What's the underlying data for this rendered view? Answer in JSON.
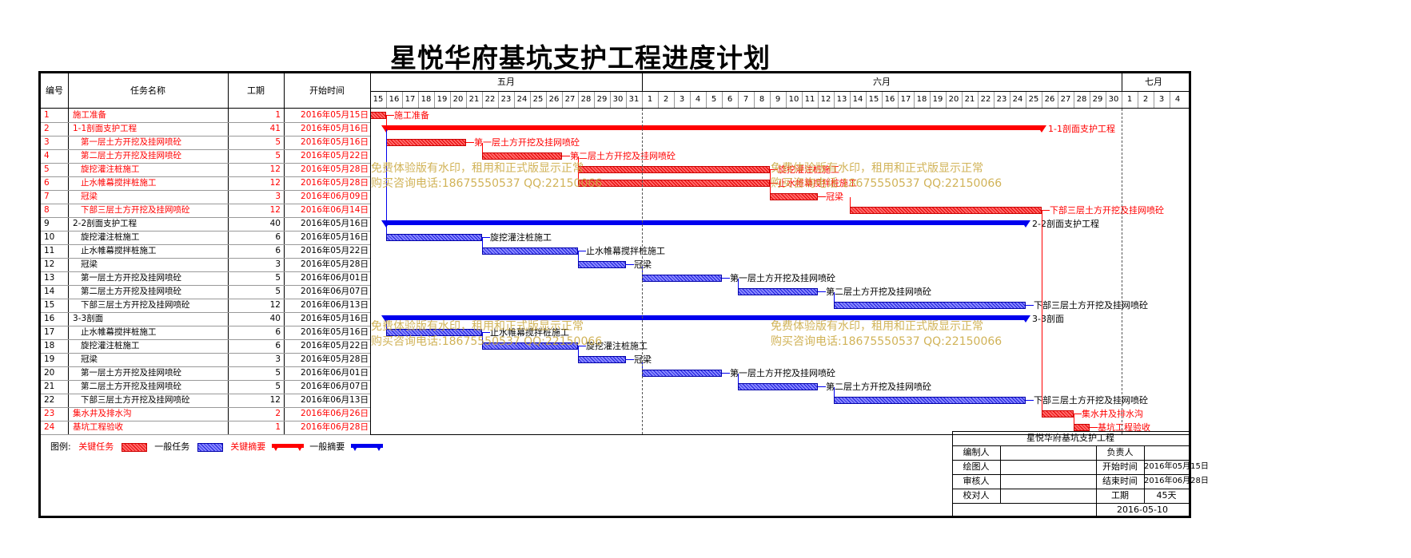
{
  "title": "星悦华府基坑支护工程进度计划",
  "headers": {
    "id": "编号",
    "name": "任务名称",
    "duration": "工期",
    "start": "开始时间"
  },
  "months": [
    "五月",
    "六月",
    "七月"
  ],
  "day_ticks": [
    15,
    16,
    17,
    18,
    19,
    20,
    21,
    22,
    23,
    24,
    25,
    26,
    27,
    28,
    29,
    30,
    31,
    1,
    2,
    3,
    4,
    5,
    6,
    7,
    8,
    9,
    10,
    11,
    12,
    13,
    14,
    15,
    16,
    17,
    18,
    19,
    20,
    21,
    22,
    23,
    24,
    25,
    26,
    27,
    28,
    29,
    30,
    1,
    2,
    3,
    4
  ],
  "tasks": [
    {
      "id": "1",
      "name": "施工准备",
      "duration": "1",
      "start": "2016年05月15日",
      "critical": true,
      "type": "task",
      "s": 0,
      "d": 1,
      "indent": 0,
      "label": "施工准备"
    },
    {
      "id": "2",
      "name": "1-1剖面支护工程",
      "duration": "41",
      "start": "2016年05月16日",
      "critical": true,
      "type": "summary",
      "s": 1,
      "d": 41,
      "indent": 0,
      "label": "1-1剖面支护工程"
    },
    {
      "id": "3",
      "name": "第一层土方开挖及挂网喷砼",
      "duration": "5",
      "start": "2016年05月16日",
      "critical": true,
      "type": "task",
      "s": 1,
      "d": 5,
      "indent": 1,
      "label": "第一层土方开挖及挂网喷砼"
    },
    {
      "id": "4",
      "name": "第二层土方开挖及挂网喷砼",
      "duration": "5",
      "start": "2016年05月22日",
      "critical": true,
      "type": "task",
      "s": 7,
      "d": 5,
      "indent": 1,
      "label": "第二层土方开挖及挂网喷砼"
    },
    {
      "id": "5",
      "name": "旋挖灌注桩施工",
      "duration": "12",
      "start": "2016年05月28日",
      "critical": true,
      "type": "task",
      "s": 13,
      "d": 12,
      "indent": 1,
      "label": "旋挖灌注桩施工"
    },
    {
      "id": "6",
      "name": "止水帷幕搅拌桩施工",
      "duration": "12",
      "start": "2016年05月28日",
      "critical": true,
      "type": "task",
      "s": 13,
      "d": 12,
      "indent": 1,
      "label": "止水帷幕搅拌桩施工"
    },
    {
      "id": "7",
      "name": "冠梁",
      "duration": "3",
      "start": "2016年06月09日",
      "critical": true,
      "type": "task",
      "s": 25,
      "d": 3,
      "indent": 1,
      "label": "冠梁"
    },
    {
      "id": "8",
      "name": "下部三层土方开挖及挂网喷砼",
      "duration": "12",
      "start": "2016年06月14日",
      "critical": true,
      "type": "task",
      "s": 30,
      "d": 12,
      "indent": 1,
      "label": "下部三层土方开挖及挂网喷砼"
    },
    {
      "id": "9",
      "name": "2-2剖面支护工程",
      "duration": "40",
      "start": "2016年05月16日",
      "critical": false,
      "type": "summary",
      "s": 1,
      "d": 40,
      "indent": 0,
      "label": "2-2剖面支护工程"
    },
    {
      "id": "10",
      "name": "旋挖灌注桩施工",
      "duration": "6",
      "start": "2016年05月16日",
      "critical": false,
      "type": "task",
      "s": 1,
      "d": 6,
      "indent": 1,
      "label": "旋挖灌注桩施工"
    },
    {
      "id": "11",
      "name": "止水帷幕搅拌桩施工",
      "duration": "6",
      "start": "2016年05月22日",
      "critical": false,
      "type": "task",
      "s": 7,
      "d": 6,
      "indent": 1,
      "label": "止水帷幕搅拌桩施工"
    },
    {
      "id": "12",
      "name": "冠梁",
      "duration": "3",
      "start": "2016年05月28日",
      "critical": false,
      "type": "task",
      "s": 13,
      "d": 3,
      "indent": 1,
      "label": "冠梁"
    },
    {
      "id": "13",
      "name": "第一层土方开挖及挂网喷砼",
      "duration": "5",
      "start": "2016年06月01日",
      "critical": false,
      "type": "task",
      "s": 17,
      "d": 5,
      "indent": 1,
      "label": "第一层土方开挖及挂网喷砼"
    },
    {
      "id": "14",
      "name": "第二层土方开挖及挂网喷砼",
      "duration": "5",
      "start": "2016年06月07日",
      "critical": false,
      "type": "task",
      "s": 23,
      "d": 5,
      "indent": 1,
      "label": "第二层土方开挖及挂网喷砼"
    },
    {
      "id": "15",
      "name": "下部三层土方开挖及挂网喷砼",
      "duration": "12",
      "start": "2016年06月13日",
      "critical": false,
      "type": "task",
      "s": 29,
      "d": 12,
      "indent": 1,
      "label": "下部三层土方开挖及挂网喷砼"
    },
    {
      "id": "16",
      "name": "3-3剖面",
      "duration": "40",
      "start": "2016年05月16日",
      "critical": false,
      "type": "summary",
      "s": 1,
      "d": 40,
      "indent": 0,
      "label": "3-3剖面"
    },
    {
      "id": "17",
      "name": "止水帷幕搅拌桩施工",
      "duration": "6",
      "start": "2016年05月16日",
      "critical": false,
      "type": "task",
      "s": 1,
      "d": 6,
      "indent": 1,
      "label": "止水帷幕搅拌桩施工"
    },
    {
      "id": "18",
      "name": "旋挖灌注桩施工",
      "duration": "6",
      "start": "2016年05月22日",
      "critical": false,
      "type": "task",
      "s": 7,
      "d": 6,
      "indent": 1,
      "label": "旋挖灌注桩施工"
    },
    {
      "id": "19",
      "name": "冠梁",
      "duration": "3",
      "start": "2016年05月28日",
      "critical": false,
      "type": "task",
      "s": 13,
      "d": 3,
      "indent": 1,
      "label": "冠梁"
    },
    {
      "id": "20",
      "name": "第一层土方开挖及挂网喷砼",
      "duration": "5",
      "start": "2016年06月01日",
      "critical": false,
      "type": "task",
      "s": 17,
      "d": 5,
      "indent": 1,
      "label": "第一层土方开挖及挂网喷砼"
    },
    {
      "id": "21",
      "name": "第二层土方开挖及挂网喷砼",
      "duration": "5",
      "start": "2016年06月07日",
      "critical": false,
      "type": "task",
      "s": 23,
      "d": 5,
      "indent": 1,
      "label": "第二层土方开挖及挂网喷砼"
    },
    {
      "id": "22",
      "name": "下部三层土方开挖及挂网喷砼",
      "duration": "12",
      "start": "2016年06月13日",
      "critical": false,
      "type": "task",
      "s": 29,
      "d": 12,
      "indent": 1,
      "label": "下部三层土方开挖及挂网喷砼"
    },
    {
      "id": "23",
      "name": "集水井及排水沟",
      "duration": "2",
      "start": "2016年06月26日",
      "critical": true,
      "type": "task",
      "s": 42,
      "d": 2,
      "indent": 0,
      "label": "集水井及排水沟"
    },
    {
      "id": "24",
      "name": "基坑工程验收",
      "duration": "1",
      "start": "2016年06月28日",
      "critical": true,
      "type": "task",
      "s": 44,
      "d": 1,
      "indent": 0,
      "label": "基坑工程验收"
    }
  ],
  "watermark": {
    "line1": "免费体验版有水印，租用和正式版显示正常",
    "line2": "购买咨询电话:18675550537 QQ:22150066"
  },
  "legend": {
    "prefix": "图例:",
    "critical_task": "关键任务",
    "normal_task": "一般任务",
    "critical_summary": "关键摘要",
    "normal_summary": "一般摘要"
  },
  "info": {
    "project": "星悦华府基坑支护工程",
    "editor_label": "编制人",
    "editor": "",
    "owner_label": "负责人",
    "owner": "",
    "drafter_label": "绘图人",
    "drafter": "",
    "start_label": "开始时间",
    "start": "2016年05月15日",
    "reviewer_label": "审核人",
    "reviewer": "",
    "end_label": "结束时间",
    "end": "2016年06月28日",
    "checker_label": "校对人",
    "checker": "",
    "duration_label": "工期",
    "duration": "45天",
    "date": "2016-05-10"
  },
  "colors": {
    "critical": "#ff0000",
    "normal": "#0000ee",
    "critical_text": "#ff0000",
    "normal_text": "#000000",
    "watermark": "#c9a63c"
  }
}
